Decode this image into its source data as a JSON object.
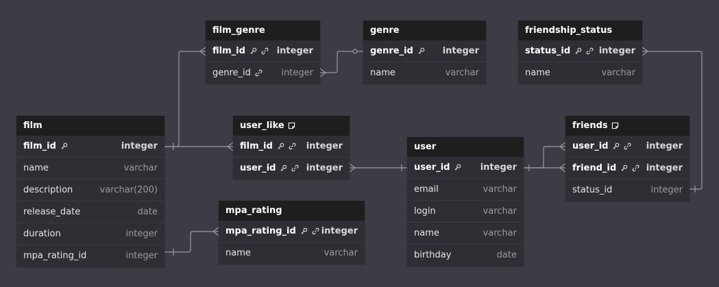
{
  "colors": {
    "background": "#3c3c45",
    "table_header": "#1e1e1e",
    "table_body": "#2e2e35",
    "connector": "#9a9aa2"
  },
  "tables": {
    "film_genre": {
      "name": "film_genre",
      "rows": [
        {
          "name": "film_id",
          "type": "integer",
          "pk": true,
          "key": true,
          "ref": true
        },
        {
          "name": "genre_id",
          "type": "integer",
          "pk": false,
          "key": false,
          "ref": true
        }
      ]
    },
    "genre": {
      "name": "genre",
      "rows": [
        {
          "name": "genre_id",
          "type": "integer",
          "pk": true,
          "key": true,
          "ref": false
        },
        {
          "name": "name",
          "type": "varchar",
          "pk": false,
          "key": false,
          "ref": false
        }
      ]
    },
    "friendship_status": {
      "name": "friendship_status",
      "rows": [
        {
          "name": "status_id",
          "type": "integer",
          "pk": true,
          "key": true,
          "ref": true
        },
        {
          "name": "name",
          "type": "varchar",
          "pk": false,
          "key": false,
          "ref": false
        }
      ]
    },
    "film": {
      "name": "film",
      "rows": [
        {
          "name": "film_id",
          "type": "integer",
          "pk": true,
          "key": true,
          "ref": false
        },
        {
          "name": "name",
          "type": "varchar",
          "pk": false,
          "key": false,
          "ref": false
        },
        {
          "name": "description",
          "type": "varchar(200)",
          "pk": false,
          "key": false,
          "ref": false
        },
        {
          "name": "release_date",
          "type": "date",
          "pk": false,
          "key": false,
          "ref": false
        },
        {
          "name": "duration",
          "type": "integer",
          "pk": false,
          "key": false,
          "ref": false
        },
        {
          "name": "mpa_rating_id",
          "type": "integer",
          "pk": false,
          "key": false,
          "ref": false
        }
      ]
    },
    "user_like": {
      "name": "user_like",
      "rows": [
        {
          "name": "film_id",
          "type": "integer",
          "pk": true,
          "key": true,
          "ref": true
        },
        {
          "name": "user_id",
          "type": "integer",
          "pk": true,
          "key": true,
          "ref": true
        }
      ]
    },
    "user": {
      "name": "user",
      "rows": [
        {
          "name": "user_id",
          "type": "integer",
          "pk": true,
          "key": true,
          "ref": false
        },
        {
          "name": "email",
          "type": "varchar",
          "pk": false,
          "key": false,
          "ref": false
        },
        {
          "name": "login",
          "type": "varchar",
          "pk": false,
          "key": false,
          "ref": false
        },
        {
          "name": "name",
          "type": "varchar",
          "pk": false,
          "key": false,
          "ref": false
        },
        {
          "name": "birthday",
          "type": "date",
          "pk": false,
          "key": false,
          "ref": false
        }
      ]
    },
    "friends": {
      "name": "friends",
      "rows": [
        {
          "name": "user_id",
          "type": "integer",
          "pk": true,
          "key": true,
          "ref": true
        },
        {
          "name": "friend_id",
          "type": "integer",
          "pk": true,
          "key": true,
          "ref": true
        },
        {
          "name": "status_id",
          "type": "integer",
          "pk": false,
          "key": false,
          "ref": false
        }
      ]
    },
    "mpa_rating": {
      "name": "mpa_rating",
      "rows": [
        {
          "name": "mpa_rating_id",
          "type": "integer",
          "pk": true,
          "key": true,
          "ref": true
        },
        {
          "name": "name",
          "type": "varchar",
          "pk": false,
          "key": false,
          "ref": false
        }
      ]
    }
  }
}
